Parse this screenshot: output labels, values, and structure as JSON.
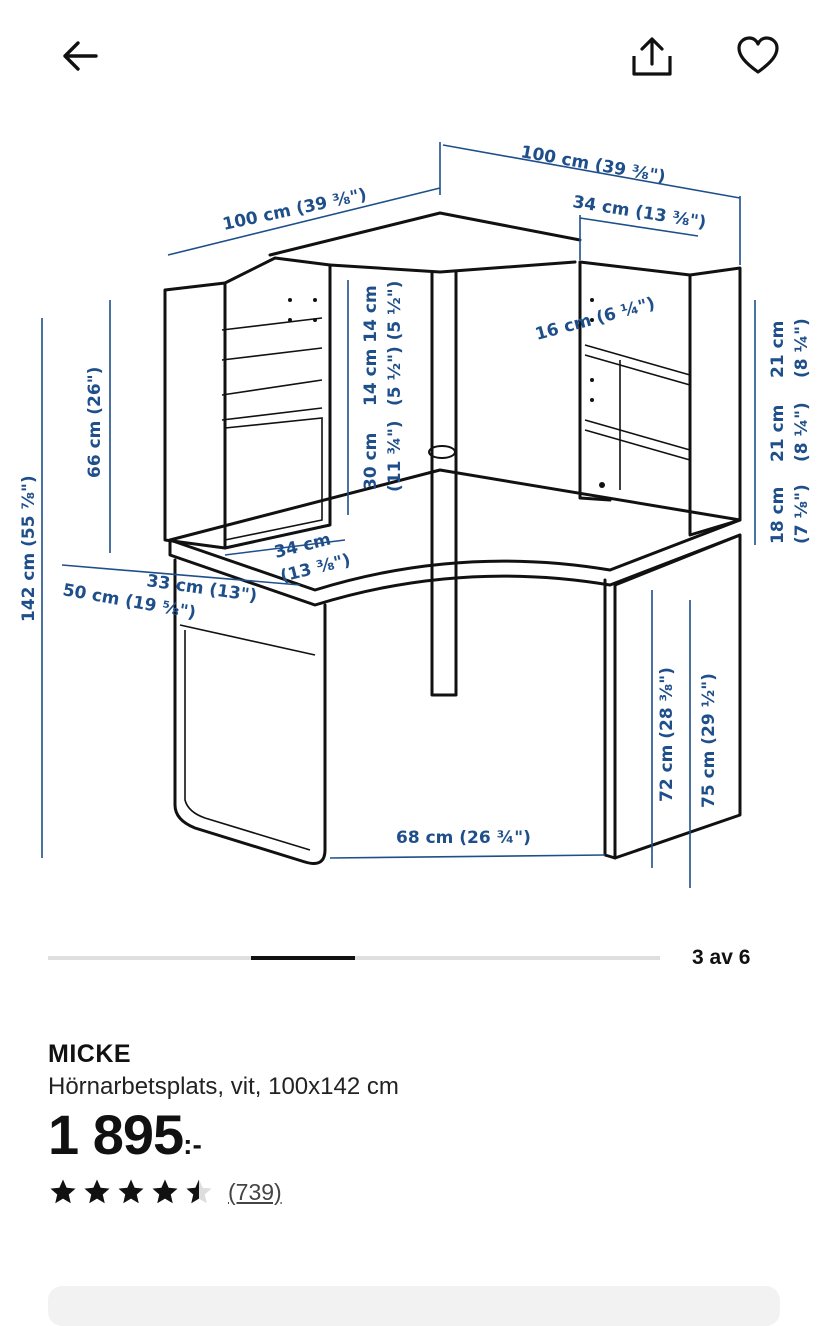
{
  "icons": {
    "back": "arrow-left-icon",
    "share": "share-icon",
    "favourite": "heart-icon"
  },
  "diagram": {
    "top_width_left": "100 cm (39 ⅜\")",
    "top_width_right": "100 cm (39 ⅜\")",
    "shelf_width_right": "34 cm (13 ⅜\")",
    "shelf_depth_right": "16 cm (6 ¼\")",
    "upper_height": "66 cm (26\")",
    "total_height": "142 cm (55 ⅞\")",
    "shelf_gap_1": "14 cm 14 cm",
    "shelf_gap_1_inch": "(5 ½\") (5 ½\")",
    "lower_gap": "30 cm",
    "lower_gap_inch": "(11 ¾\")",
    "right_gap_1": "21 cm",
    "right_gap_1_inch": "(8 ¼\")",
    "right_gap_2": "21 cm",
    "right_gap_2_inch": "(8 ¼\")",
    "right_gap_3": "18 cm",
    "right_gap_3_inch": "(7 ⅛\")",
    "desk_depth_34": "34 cm",
    "desk_depth_34_inch": "(13 ⅜\")",
    "desk_depth_33": "33 cm (13\")",
    "desk_depth_50": "50 cm (19 ⅝\")",
    "leg_gap": "68 cm (26 ¾\")",
    "desk_height_72": "72 cm (28 ⅜\")",
    "desk_height_75": "75 cm (29 ½\")"
  },
  "gallery": {
    "counter": "3 av 6",
    "current": 3,
    "total": 6
  },
  "product": {
    "brand": "MICKE",
    "description": "Hörnarbetsplats, vit, 100x142 cm",
    "price": "1 895",
    "price_suffix": ":-",
    "rating": 4.5,
    "reviews": "(739)"
  }
}
